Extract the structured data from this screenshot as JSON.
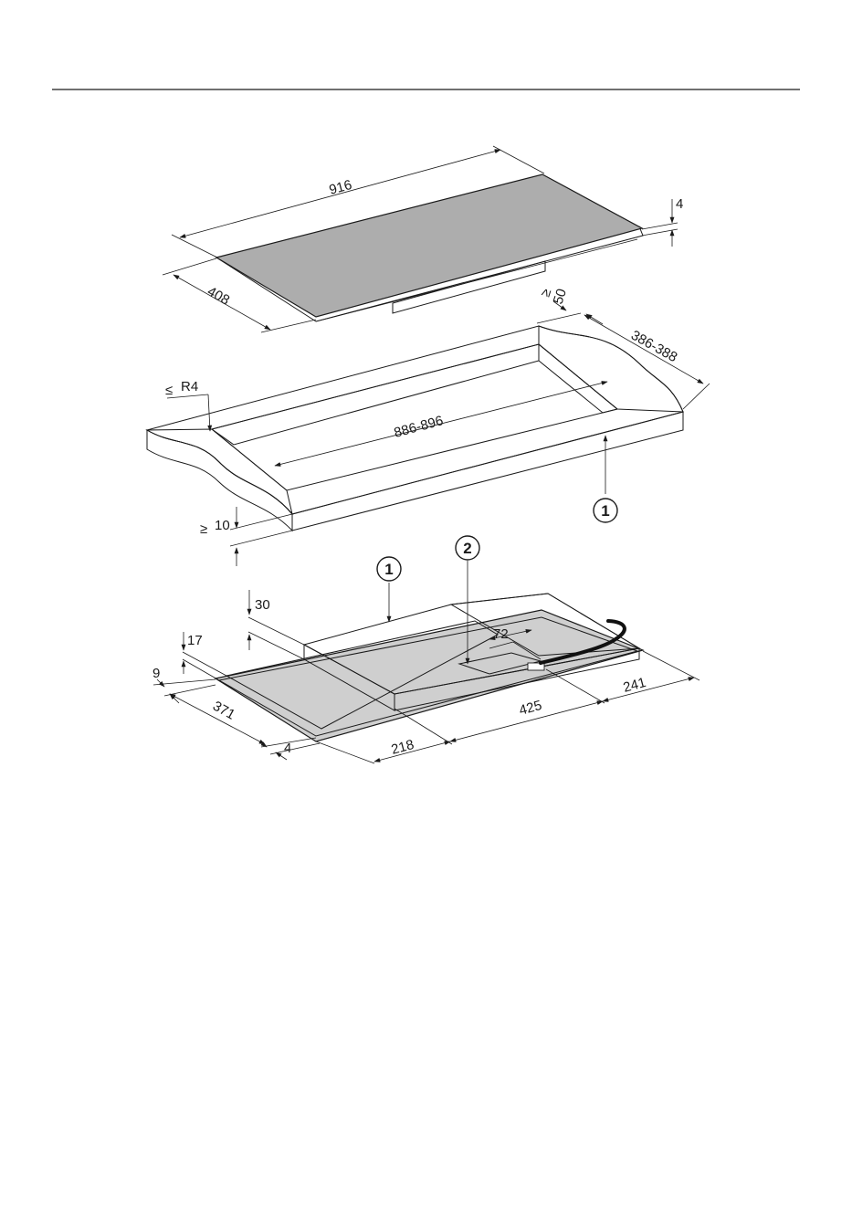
{
  "colors": {
    "line": "#1a1a1a",
    "glass": "#adadad",
    "counter_top": "#efefef",
    "counter_grain": "#d6d6d6",
    "counter_front": "#ffffff",
    "hob_bottom": "#f3f3f3",
    "hob_trim": "#cfcfcf",
    "connection_box": "#a9a9a9",
    "cable": "#111111"
  },
  "hob_top_view": {
    "width_label": "916",
    "depth_label": "408",
    "thickness_label": "4"
  },
  "cutout": {
    "clearance_label": "50",
    "depth_range_label": "386-388",
    "width_range_label": "886-896",
    "radius_label": "R4",
    "min_thickness_label": "10",
    "le_symbol": "≤",
    "ge_symbol": "≥"
  },
  "hob_bottom_view": {
    "depth_30_label": "30",
    "depth_17_label": "17",
    "offset_9_label": "9",
    "depth_371_label": "371",
    "edge_4_label": "4",
    "left_218_label": "218",
    "middle_425_label": "425",
    "right_241_label": "241",
    "box_72_label": "72"
  },
  "callouts": {
    "worktop_marker": "1",
    "bottom_worktop_marker": "1",
    "connection_marker": "2"
  }
}
